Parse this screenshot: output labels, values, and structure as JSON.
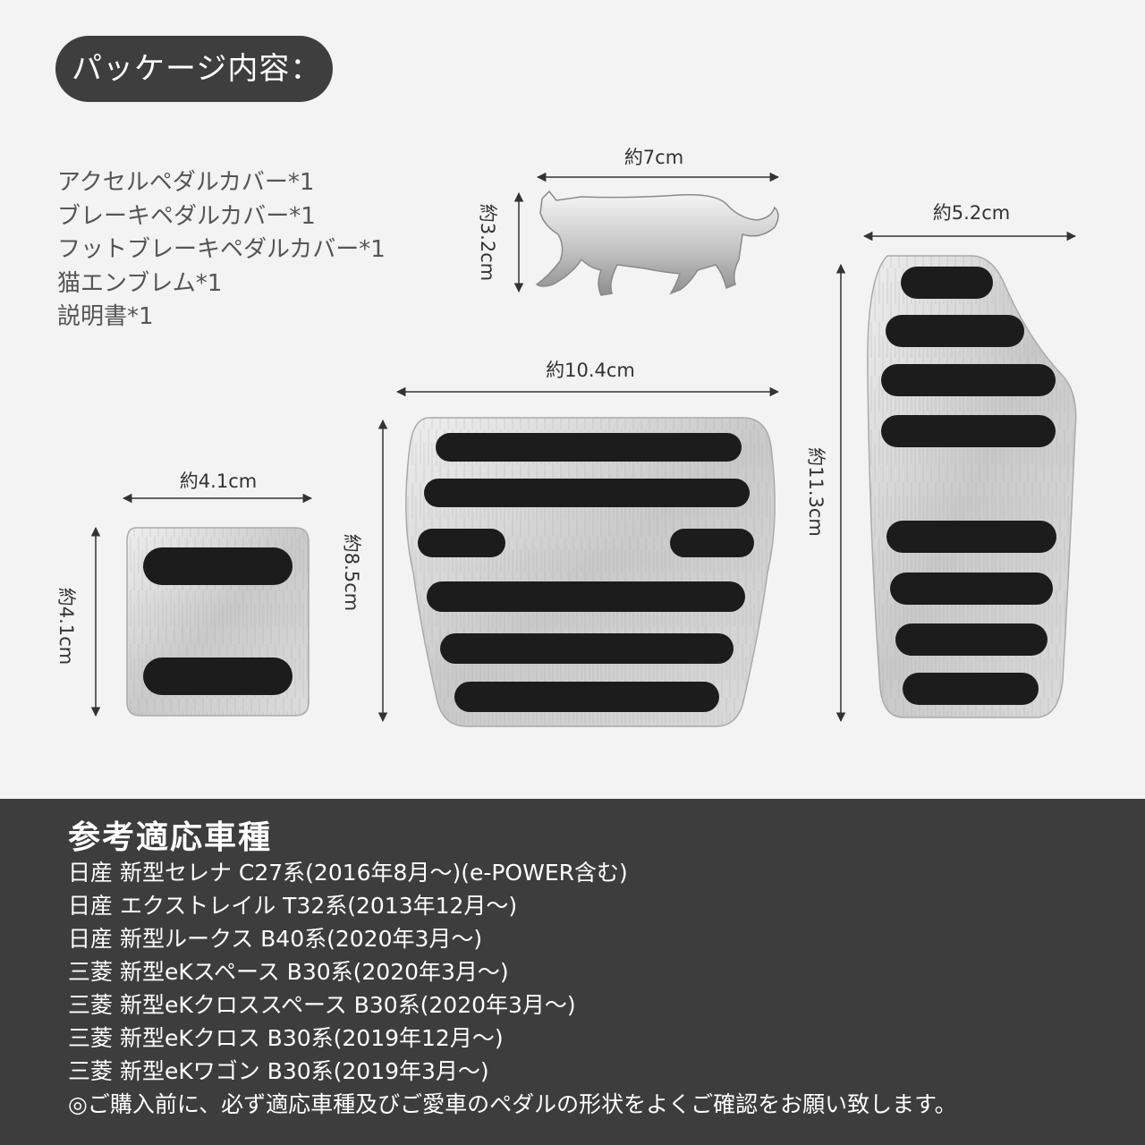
{
  "header": {
    "title": "パッケージ内容："
  },
  "contents": [
    "アクセルペダルカバー*1",
    "ブレーキペダルカバー*1",
    "フットブレーキペダルカバー*1",
    "猫エンブレム*1",
    "説明書*1"
  ],
  "dimensions": {
    "cat_width": "約7cm",
    "cat_height": "約3.2cm",
    "small_width": "約4.1cm",
    "small_height": "約4.1cm",
    "middle_width": "約10.4cm",
    "middle_height": "約8.5cm",
    "tall_width": "約5.2cm",
    "tall_height": "約11.3cm"
  },
  "compatibility": {
    "heading": "参考適応車種",
    "models": [
      "日産 新型セレナ C27系(2016年8月～)(e-POWER含む)",
      "日産 エクストレイル T32系(2013年12月～)",
      "日産 新型ルークス B40系(2020年3月～)",
      "三菱 新型eKスペース B30系(2020年3月～)",
      "三菱 新型eKクロススペース B30系(2020年3月～)",
      "三菱 新型eKクロス B30系(2019年12月～)",
      "三菱 新型eKワゴン B30系(2019年3月～)"
    ],
    "notice": "◎ご購入前に、必ず適応車種及びご愛車のペダルの形状をよくご確認をお願い致します。"
  },
  "colors": {
    "band": "#3d3d3d",
    "background": "#f3f3f3",
    "pad": "#1c1c1c",
    "metal": "#d4d4d4"
  }
}
